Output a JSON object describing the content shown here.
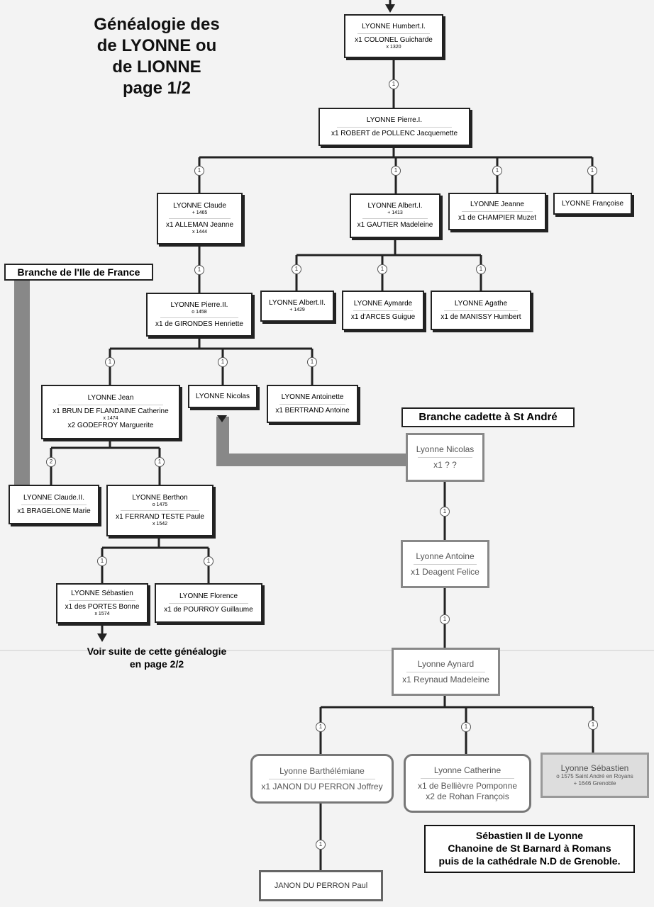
{
  "title": [
    "Généalogie des",
    "de LYONNE ou",
    "de LIONNE",
    "page 1/2"
  ],
  "branch_ile": "Branche de l'Ile de France",
  "branch_cadette": "Branche cadette à St André",
  "continuation": [
    "Voir suite de cette généalogie",
    "en page 2/2"
  ],
  "note": [
    "Sébastien II de Lyonne",
    "Chanoine de St Barnard à Romans",
    "puis de la cathédrale N.D de Grenoble."
  ],
  "markers": {
    "one": "1",
    "two": "2"
  },
  "persons": {
    "humbert": {
      "name": "LYONNE Humbert.I.",
      "spouse": "x1 COLONEL Guicharde",
      "date": "x 1320"
    },
    "pierre1": {
      "name": "LYONNE Pierre.I.",
      "spouse": "x1 ROBERT de POLLENC Jacquemette"
    },
    "claude": {
      "name": "LYONNE Claude",
      "date1": "+ 1465",
      "spouse": "x1 ALLEMAN Jeanne",
      "date2": "x 1444"
    },
    "albert1": {
      "name": "LYONNE Albert.I.",
      "date1": "+ 1413",
      "spouse": "x1 GAUTIER Madeleine"
    },
    "jeanne": {
      "name": "LYONNE Jeanne",
      "spouse": "x1 de CHAMPIER Muzet"
    },
    "francoise": {
      "name": "LYONNE Françoise"
    },
    "pierre2": {
      "name": "LYONNE Pierre.II.",
      "date1": "o 1458",
      "spouse": "x1 de GIRONDES Henriette"
    },
    "albert2": {
      "name": "LYONNE Albert.II.",
      "date1": "+ 1429"
    },
    "aymarde": {
      "name": "LYONNE Aymarde",
      "spouse": "x1 d'ARCES Guigue"
    },
    "agathe": {
      "name": "LYONNE Agathe",
      "spouse": "x1 de MANISSY Humbert"
    },
    "jean": {
      "name": "LYONNE Jean",
      "spouse1": "x1 BRUN DE FLANDAINE Catherine",
      "date": "x 1474",
      "spouse2": "x2 GODEFROY Marguerite"
    },
    "nicolas": {
      "name": "LYONNE Nicolas"
    },
    "antoinette": {
      "name": "LYONNE Antoinette",
      "spouse": "x1 BERTRAND Antoine"
    },
    "claude2": {
      "name": "LYONNE Claude.II.",
      "spouse": "x1 BRAGELONE Marie"
    },
    "berthon": {
      "name": "LYONNE Berthon",
      "date1": "o 1475",
      "spouse": "x1 FERRAND TESTE Paule",
      "date2": "x 1542"
    },
    "sebastien": {
      "name": "LYONNE Sébastien",
      "spouse": "x1 des PORTES Bonne",
      "date": "x 1574"
    },
    "florence": {
      "name": "LYONNE Florence",
      "spouse": "x1 de POURROY Guillaume"
    },
    "nicolas_sa": {
      "name": "Lyonne Nicolas",
      "spouse": "x1 ? ?"
    },
    "antoine": {
      "name": "Lyonne Antoine",
      "spouse": "x1 Deagent Felice"
    },
    "aynard": {
      "name": "Lyonne Aynard",
      "spouse": "x1 Reynaud Madeleine"
    },
    "barthelemiane": {
      "name": "Lyonne Barthélémiane",
      "spouse": "x1 JANON DU PERRON Joffrey"
    },
    "catherine": {
      "name": "Lyonne Catherine",
      "spouse1": "x1 de Bellièvre Pomponne",
      "spouse2": "x2 de Rohan François"
    },
    "sebastien2": {
      "name": "Lyonne Sébastien",
      "date1": "o 1575 Saint André en Royans",
      "date2": "+ 1646 Grenoble"
    },
    "paul": {
      "name": "JANON DU PERRON Paul"
    }
  }
}
